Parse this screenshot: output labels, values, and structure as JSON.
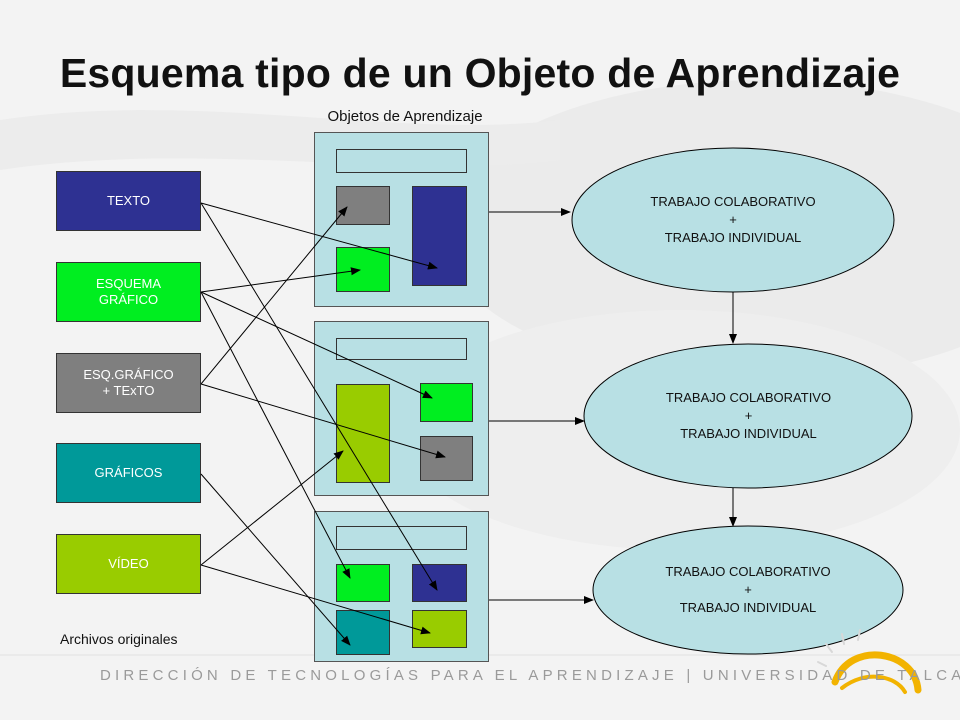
{
  "title": "Esquema tipo de un Objeto de Aprendizaje",
  "learning_objects_label": "Objetos de Aprendizaje",
  "originals_label": "Archivos originales",
  "sources": [
    {
      "label": "TEXTO",
      "color": "#2e3192",
      "text_color": "#ffffff"
    },
    {
      "label": "ESQUEMA\nGRÁFICO",
      "color": "#00ee20",
      "text_color": "#ffffff"
    },
    {
      "label": "ESQ.GRÁFICO\n+ TExTO",
      "color": "#7f7f7f",
      "text_color": "#ffffff"
    },
    {
      "label": "GRÁFICOS",
      "color": "#009999",
      "text_color": "#ffffff"
    },
    {
      "label": "VÍDEO",
      "color": "#99cc00",
      "text_color": "#ffffff"
    }
  ],
  "outcomes": [
    {
      "text": "TRABAJO COLABORATIVO\n+\nTRABAJO INDIVIDUAL"
    },
    {
      "text": "TRABAJO COLABORATIVO\n+\nTRABAJO INDIVIDUAL"
    },
    {
      "text": "TRABAJO COLABORATIVO\n+\nTRABAJO INDIVIDUAL"
    }
  ],
  "footer": "DIRECCIÓN DE TECNOLOGÍAS PARA EL APRENDIZAJE | UNIVERSIDAD DE TALCA",
  "colors": {
    "panel": "#b8e0e4",
    "ellipse": "#b8e0e4",
    "blue": "#2e3192",
    "green": "#00ee20",
    "gray": "#7f7f7f",
    "teal": "#009999",
    "olive": "#99cc00",
    "logo": "#f2b300"
  }
}
